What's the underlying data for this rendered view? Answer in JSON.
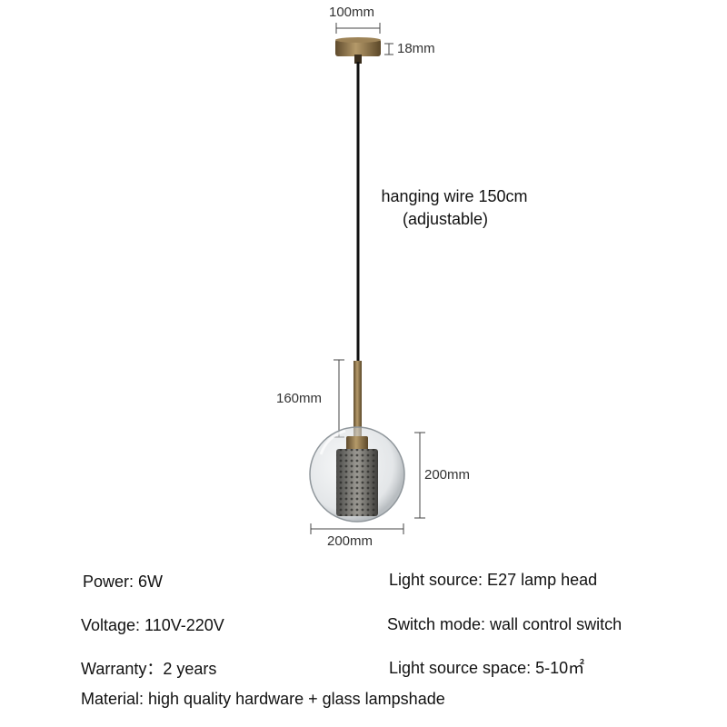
{
  "dimensions": {
    "canopy_width": "100mm",
    "canopy_height": "18mm",
    "rod_length": "160mm",
    "globe_height": "200mm",
    "globe_width": "200mm"
  },
  "wire": {
    "line1": "hanging wire 150cm",
    "line2": "(adjustable)"
  },
  "specs": {
    "power": "Power: 6W",
    "light_source": "Light source: E27 lamp head",
    "voltage": "Voltage: 110V-220V",
    "switch_mode": "Switch mode: wall control switch",
    "warranty": "Warranty：2 years",
    "light_space": "Light source space: 5-10㎡",
    "material": "Material: high quality hardware + glass lampshade"
  },
  "colors": {
    "brass": "#8a7045",
    "glass": "#c9ced2",
    "wire": "#111111"
  }
}
